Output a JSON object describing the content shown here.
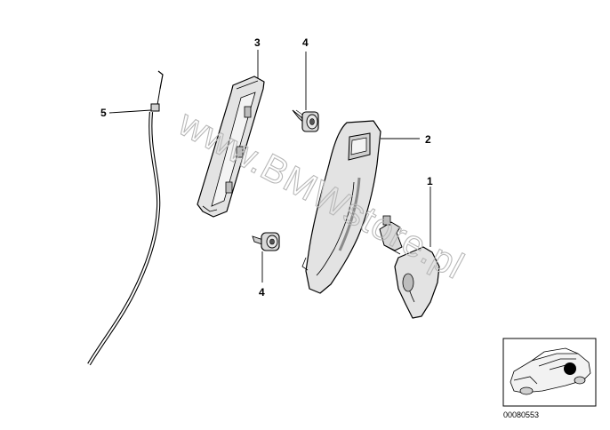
{
  "callouts": [
    {
      "id": "1",
      "part": "cover-cap"
    },
    {
      "id": "2",
      "part": "handle"
    },
    {
      "id": "3",
      "part": "bracket"
    },
    {
      "id": "4",
      "part": "screw-upper"
    },
    {
      "id": "4",
      "part": "screw-lower"
    },
    {
      "id": "5",
      "part": "bowden-cable"
    }
  ],
  "watermark": "www.BMWstore.pl",
  "document_number": "00080553",
  "colors": {
    "line": "#000000",
    "part_fill": "#e3e3e3",
    "part_shade": "#bdbdbd",
    "watermark": "#b8b8b8",
    "marker": "#000000"
  }
}
